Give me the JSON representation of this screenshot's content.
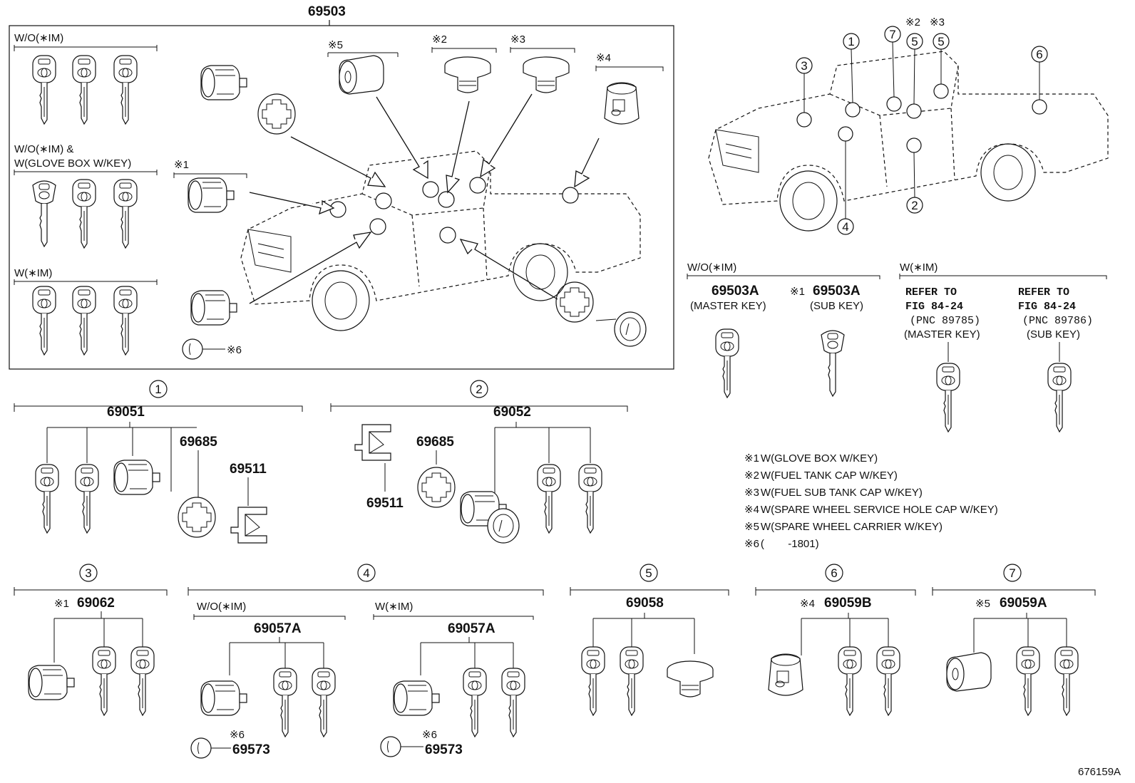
{
  "diagram_id": "676159A",
  "main_assembly": {
    "part_number": "69503",
    "groups": [
      {
        "label": "W/O(∗IM)"
      },
      {
        "label_line1": "W/O(∗IM) &",
        "label_line2": "W(GLOVE BOX W/KEY)"
      },
      {
        "label": "W(∗IM)"
      }
    ],
    "markers": {
      "m1": "※1",
      "m2": "※2",
      "m3": "※3",
      "m4": "※4",
      "m5": "※5",
      "m6": "※6"
    }
  },
  "truck_callouts": [
    "1",
    "2",
    "3",
    "4",
    "5",
    "5",
    "6",
    "7"
  ],
  "truck_markers": {
    "m2": "※2",
    "m3": "※3"
  },
  "master_keys": {
    "wo_label": "W/O(∗IM)",
    "w_label": "W(∗IM)",
    "master_pn": "69503A",
    "master_desc": "(MASTER KEY)",
    "sub_marker": "※1",
    "sub_pn": "69503A",
    "sub_desc": "(SUB KEY)",
    "refer_master": {
      "l1": "REFER TO",
      "l2": "FIG 84-24",
      "l3": "(PNC 89785)",
      "l4": "(MASTER KEY)"
    },
    "refer_sub": {
      "l1": "REFER TO",
      "l2": "FIG 84-24",
      "l3": "(PNC 89786)",
      "l4": "(SUB KEY)"
    }
  },
  "notes": [
    {
      "marker": "※1",
      "text": "W(GLOVE BOX W/KEY)"
    },
    {
      "marker": "※2",
      "text": "W(FUEL TANK CAP W/KEY)"
    },
    {
      "marker": "※3",
      "text": "W(FUEL SUB TANK CAP W/KEY)"
    },
    {
      "marker": "※4",
      "text": "W(SPARE WHEEL SERVICE HOLE CAP W/KEY)"
    },
    {
      "marker": "※5",
      "text": "W(SPARE WHEEL CARRIER W/KEY)"
    },
    {
      "marker": "※6",
      "text": "(        -1801)"
    }
  ],
  "sections": {
    "s1": {
      "num": "1",
      "pn": "69051",
      "sub1": "69685",
      "sub2": "69511"
    },
    "s2": {
      "num": "2",
      "pn": "69052",
      "sub1": "69685",
      "sub2": "69511"
    },
    "s3": {
      "num": "3",
      "marker": "※1",
      "pn": "69062"
    },
    "s4": {
      "num": "4",
      "left": {
        "label": "W/O(∗IM)",
        "pn": "69057A",
        "marker": "※6",
        "cap_pn": "69573"
      },
      "right": {
        "label": "W(∗IM)",
        "pn": "69057A",
        "marker": "※6",
        "cap_pn": "69573"
      }
    },
    "s5": {
      "num": "5",
      "pn": "69058"
    },
    "s6": {
      "num": "6",
      "marker": "※4",
      "pn": "69059B"
    },
    "s7": {
      "num": "7",
      "marker": "※5",
      "pn": "69059A"
    }
  }
}
